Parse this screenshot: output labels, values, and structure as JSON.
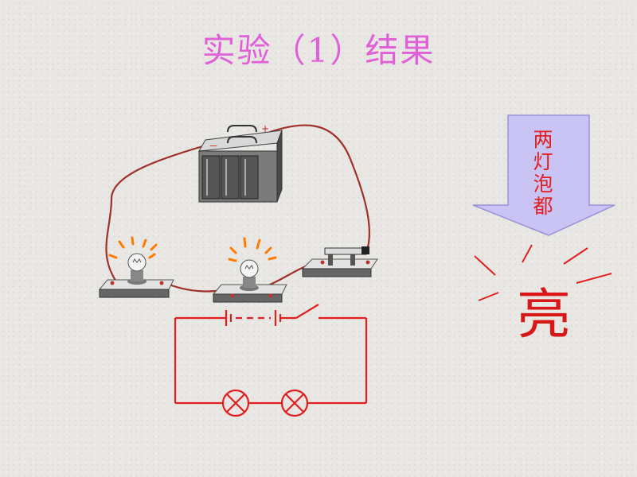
{
  "title": "实验（1）结果",
  "arrow": {
    "chars": [
      "两",
      "灯",
      "泡",
      "都"
    ]
  },
  "result": "亮",
  "battery": {
    "minus": "－",
    "plus": "+"
  },
  "colors": {
    "title": "#e060d8",
    "arrow_fill": "#c9c4f3",
    "red": "#e02020",
    "wire": "#a0302a"
  }
}
